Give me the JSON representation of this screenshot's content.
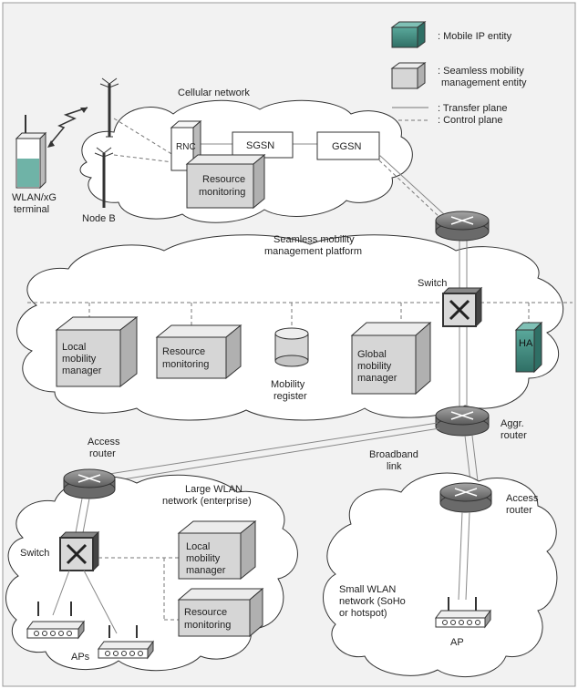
{
  "legend": {
    "mobile_ip": ": Mobile IP entity",
    "seamless_line1": ": Seamless mobility",
    "seamless_line2": "management entity",
    "transfer": ": Transfer plane",
    "control": ": Control plane"
  },
  "cellular": {
    "title": "Cellular network",
    "rnc": "RNC",
    "sgsn": "SGSN",
    "ggsn": "GGSN",
    "resource_line1": "Resource",
    "resource_line2": "monitoring",
    "node_b": "Node B",
    "terminal_line1": "WLAN/xG",
    "terminal_line2": "terminal"
  },
  "platform": {
    "title_line1": "Seamless mobility",
    "title_line2": "management platform",
    "switch": "Switch",
    "local_line1": "Local",
    "local_line2": "mobility",
    "local_line3": "manager",
    "resource_line1": "Resource",
    "resource_line2": "monitoring",
    "registry_line1": "Mobility",
    "registry_line2": "register",
    "global_line1": "Global",
    "global_line2": "mobility",
    "global_line3": "manager",
    "ha": "HA"
  },
  "core": {
    "aggr_line1": "Aggr.",
    "aggr_line2": "router",
    "broadband_line1": "Broadband",
    "broadband_line2": "link"
  },
  "large_wlan": {
    "access_line1": "Access",
    "access_line2": "router",
    "title_line1": "Large WLAN",
    "title_line2": "network (enterprise)",
    "switch": "Switch",
    "local_line1": "Local",
    "local_line2": "mobility",
    "local_line3": "manager",
    "resource_line1": "Resource",
    "resource_line2": "monitoring",
    "aps": "APs"
  },
  "small_wlan": {
    "access_line1": "Access",
    "access_line2": "router",
    "title_line1": "Small WLAN",
    "title_line2": "network (SoHo",
    "title_line3": "or hotspot)",
    "ap": "AP"
  },
  "colors": {
    "mobile_ip": "#3f8a7e",
    "seamless": "#d6d6d6",
    "background": "#f2f2f2"
  }
}
